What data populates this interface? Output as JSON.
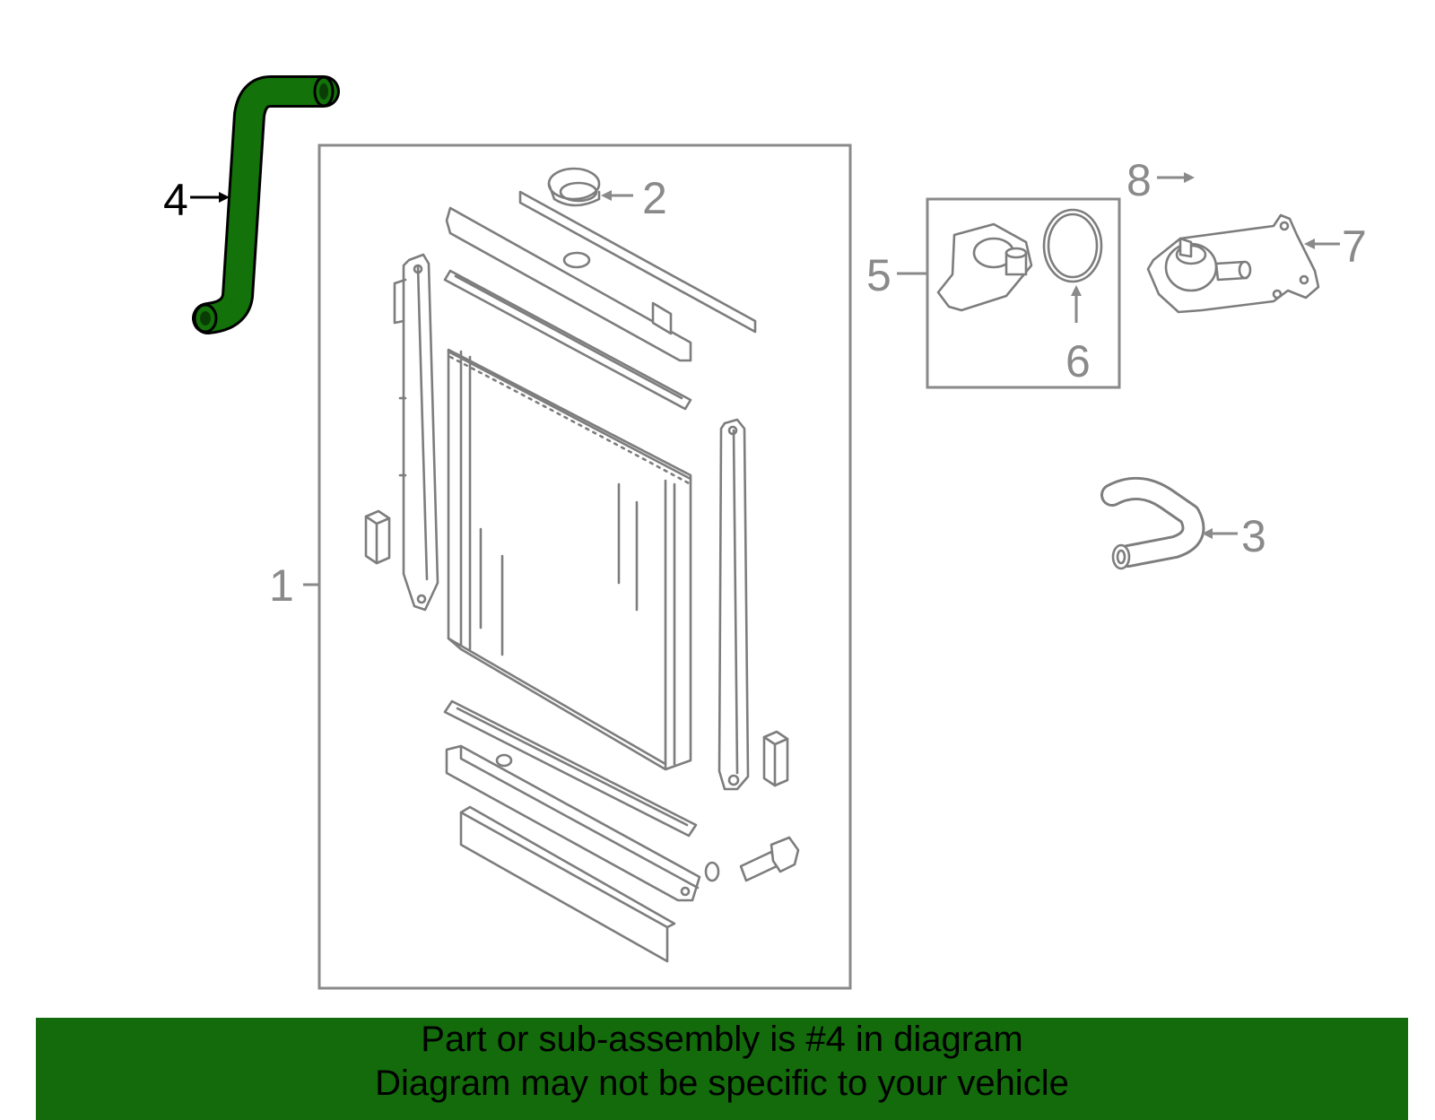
{
  "diagram": {
    "callouts": [
      {
        "id": "1",
        "text": "1",
        "highlighted": false
      },
      {
        "id": "2",
        "text": "2",
        "highlighted": false
      },
      {
        "id": "3",
        "text": "3",
        "highlighted": false
      },
      {
        "id": "4",
        "text": "4",
        "highlighted": true
      },
      {
        "id": "5",
        "text": "5",
        "highlighted": false
      },
      {
        "id": "6",
        "text": "6",
        "highlighted": false
      },
      {
        "id": "7",
        "text": "7",
        "highlighted": false
      },
      {
        "id": "8",
        "text": "8",
        "highlighted": false
      }
    ],
    "highlight_color": "#137209",
    "line_color": "#7d7d7d"
  },
  "banner": {
    "line1": "Part or sub-assembly is #4 in diagram",
    "line2": "Diagram may not be specific to your vehicle",
    "background": "#136b0b"
  }
}
